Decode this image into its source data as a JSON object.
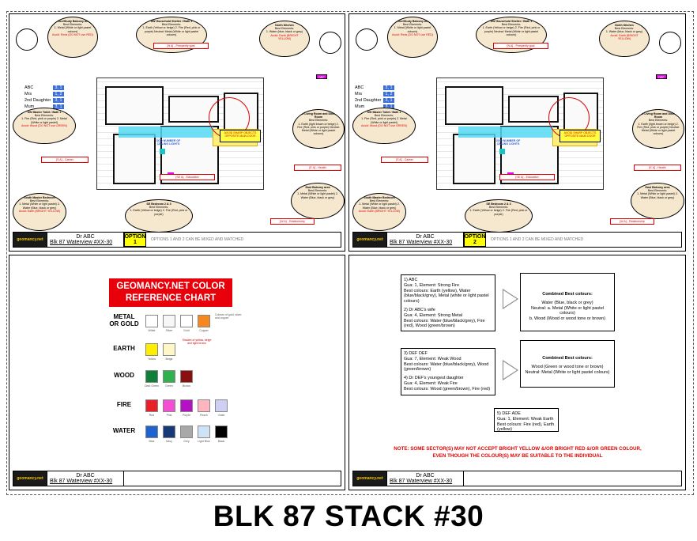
{
  "page": {
    "title": "BLK 87 STACK #30"
  },
  "footer": {
    "logo": "geomancy.net",
    "name": "Dr ABC",
    "unit": "Blk 87 Waterview #XX-30",
    "option_label": "OPTION",
    "option1": "1",
    "option2": "2",
    "option_note": "OPTIONS 1 AND 2 CAN BE MIXED AND MATCHED"
  },
  "plan": {
    "occupants": [
      {
        "name": "ABC",
        "num": "3, 1"
      },
      {
        "name": "Mrs",
        "num": "1, 2"
      },
      {
        "name": "2nd Daughter",
        "num": "3, 1"
      },
      {
        "name": "Mum",
        "num": "3, 1"
      }
    ],
    "occupant_tag": "DEF",
    "study": {
      "title": "Office/Study Balcony area",
      "sub": "Best Elements:",
      "body": "1. Metal (White or light pastel colours)",
      "warn": "Avoid: Reds (DO NOT use RED)"
    },
    "household": {
      "title": "SW Household Shelter / Bath 1",
      "sub": "Best Elements:",
      "body": "1. Earth (Yellow or beige) 2. Fire (Red, pink or purple) Neutral: Metal (White or light pastel colours)"
    },
    "north_kitchen": {
      "title": "North Kitchen",
      "sub": "Best Elements:",
      "body": "1. Water (blue, black or grey)",
      "warn": "Avoid: Earth (BRIGHT YELLOW)"
    },
    "sw_master_toilet": {
      "title": "SW Master Toilet / Bath 1",
      "sub": "Best Elements:",
      "body": "1. Fire (Red, pink or purple) 2. Metal (White or light pastel)",
      "warn": "Avoid: Wood (DO NOT use GREEN)"
    },
    "living": {
      "title": "NE Living Room and Dining Room",
      "sub": "Best Elements:",
      "body": "1. Earth (light brown or beige) 2. Fire (Red, pink or purple) Neutral: Metal (White or light pastel colours)"
    },
    "south_master": {
      "title": "South Master Bedroom",
      "sub": "Best Elements:",
      "body": "1. Metal (White or light pastel) 2. Water (Blue, black or grey)",
      "warn": "Avoid: Earth (BRIGHT YELLOW)"
    },
    "bedrooms": {
      "title": "SE Bedroom 2 & 3",
      "sub": "Best Elements:",
      "body": "1. Earth (Yellow or beige) 2. Fire (Red, pink or purple)"
    },
    "balcony": {
      "title": "East Balcony area",
      "sub": "Best Elements:",
      "body": "1. Metal (White or light pastel) 2. Water (Blue, black or grey)"
    },
    "main_door": "AVOID SHARP OBJECTS OPPOSITE MAIN DOOR",
    "odd_lights": "ODD NUMBER OF CEILING LIGHTS",
    "tags": [
      "[N A] - Prosperity goal",
      "[SE A] - Education",
      "[E A] - Health",
      "[S A] - Career",
      "[W A] - Relationship"
    ]
  },
  "chart": {
    "title": "GEOMANCY.NET COLOR REFERENCE CHART",
    "elements": [
      {
        "name": "METAL\nOR GOLD",
        "swatches": [
          {
            "color": "#ffffff",
            "label": "White"
          },
          {
            "color": "#f7f7f7",
            "label": "Silver"
          },
          {
            "color": "#ffffff",
            "label": "Gold"
          },
          {
            "color": "#f6881f",
            "label": "Copper"
          }
        ]
      },
      {
        "name": "EARTH",
        "swatches": [
          {
            "color": "#ffee00",
            "label": "Yellow"
          },
          {
            "color": "#fff8c6",
            "label": "Beige"
          }
        ]
      },
      {
        "name": "WOOD",
        "swatches": [
          {
            "color": "#0f7f3a",
            "label": "Dark Green"
          },
          {
            "color": "#2fb14d",
            "label": "Green"
          },
          {
            "color": "#8a1010",
            "label": "Brown"
          }
        ]
      },
      {
        "name": "FIRE",
        "swatches": [
          {
            "color": "#e8202a",
            "label": "Red"
          },
          {
            "color": "#f24fd4",
            "label": "Pink"
          },
          {
            "color": "#b511c4",
            "label": "Purple"
          },
          {
            "color": "#ffb6c0",
            "label": "Peach"
          },
          {
            "color": "#cfcff4",
            "label": "Violet"
          }
        ]
      },
      {
        "name": "WATER",
        "swatches": [
          {
            "color": "#1e63cf",
            "label": "Blue"
          },
          {
            "color": "#16397a",
            "label": "Navy"
          },
          {
            "color": "#a8a8a8",
            "label": "Grey"
          },
          {
            "color": "#cfe3f6",
            "label": "Light Blue"
          },
          {
            "color": "#000000",
            "label": "Black"
          }
        ]
      }
    ],
    "metal_note": "Colours of gold, silver and copper",
    "earth_note": "Shades of yellow, beige and light brown"
  },
  "analysis": {
    "box1": [
      {
        "head": "1) ABC",
        "body": "Gua: 1, Element: Strong Fire",
        "best": "Best colours: Earth (yellow), Water (blue/black/grey), Metal (white or light pastel colours)"
      },
      {
        "head": "2) Dr ABC's wife",
        "body": "Gua: 4, Element: Strong Metal",
        "best": "Best colours: Water (blue/black/grey), Fire (red), Wood (green/brown)"
      }
    ],
    "box2": [
      {
        "head": "3) DEF DEF",
        "body": "Gua: 7, Element: Weak Wood",
        "best": "Best colours: Water (blue/black/grey), Wood (green/brown)"
      },
      {
        "head": "4) Dr DEF's youngest daughter",
        "body": "Gua: 4, Element: Weak Fire",
        "best": "Best colours: Wood (green/brown), Fire (red)"
      }
    ],
    "box3": {
      "head": "5) DEF ADE",
      "body": "Gua: 1, Element: Weak Earth",
      "best": "Best colours: Fire (red), Earth (yellow)"
    },
    "combined1": {
      "title": "Combined Best colours:",
      "l1": "Water (Blue, black or grey)",
      "l2": "Neutral: a. Metal (White or light pastel colours)",
      "l3": "b. Wood (Wood or wood tone or brown)"
    },
    "combined2": {
      "title": "Combined Best colours:",
      "l1": "Wood (Green or wood tone or brown)",
      "l2": "Neutral: Metal (White or light pastel colours)"
    },
    "note_l1": "NOTE: SOME SECTOR(S) MAY NOT ACCEPT BRIGHT YELLOW &/OR BRIGHT RED &/OR GREEN COLOUR,",
    "note_l2": "EVEN THOUGH THE COLOUR(S) MAY BE SUITABLE TO THE INDIVIDUAL"
  }
}
